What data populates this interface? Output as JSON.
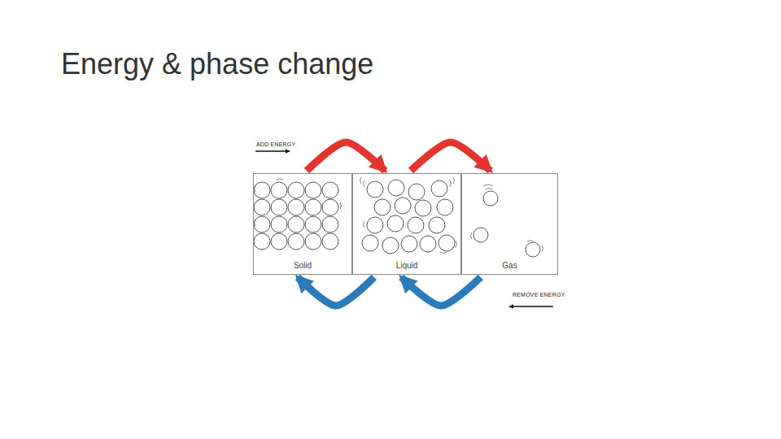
{
  "diagram": {
    "title": "Energy & phase change",
    "nodes": [
      {
        "text": [
          "Solid"
        ]
      },
      {
        "text": [
          "Liquid"
        ]
      },
      {
        "text": [
          "Gas"
        ]
      }
    ],
    "edges": [
      {
        "from": 0,
        "to": 1,
        "arrow": "to"
      },
      {
        "from": 1,
        "to": 2,
        "arrow": "to"
      },
      {
        "from": 1,
        "to": 0,
        "arrow": "to"
      },
      {
        "from": 2,
        "to": 1,
        "arrow": "to"
      }
    ],
    "labels": [
      "ADD ENERGY",
      "REMOVE ENERGY"
    ]
  }
}
